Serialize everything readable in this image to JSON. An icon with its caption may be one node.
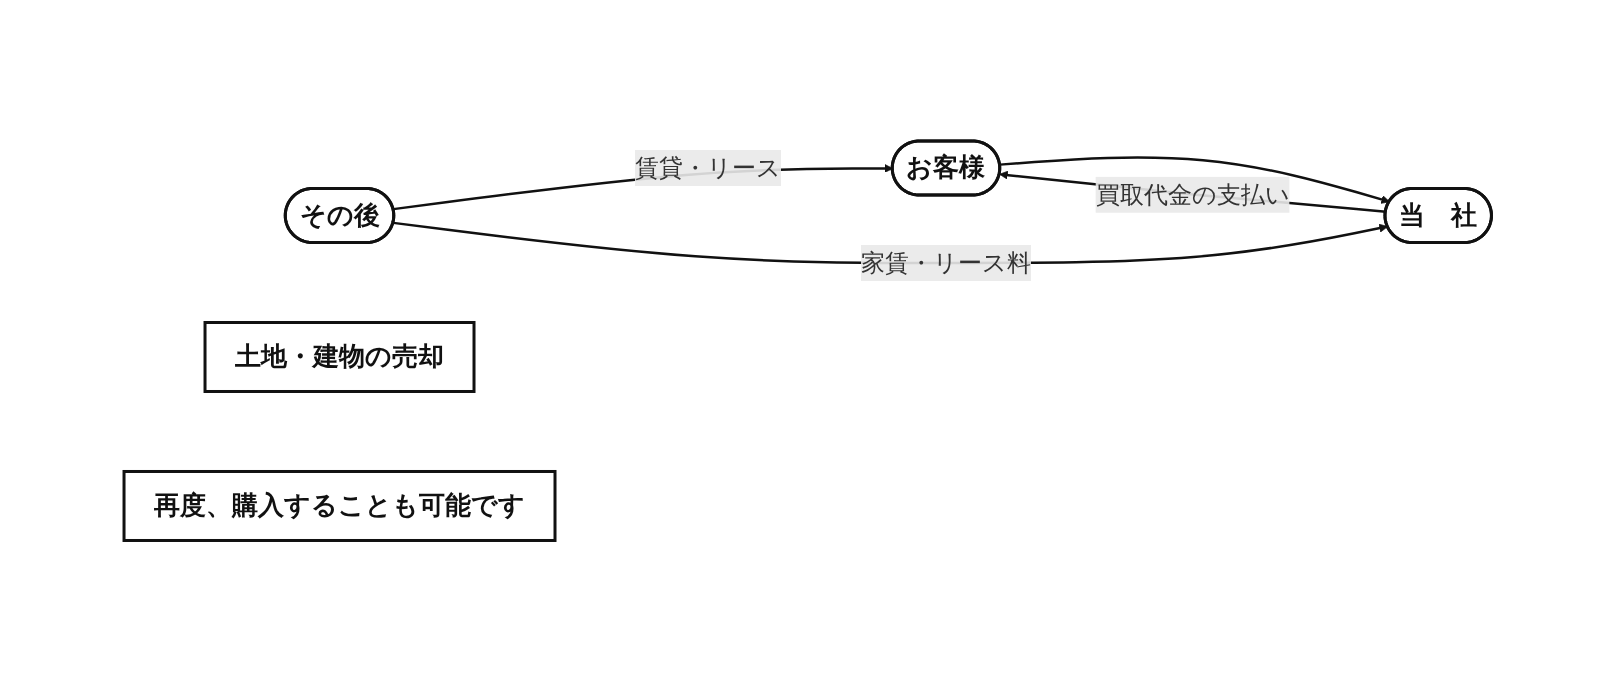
{
  "diagram": {
    "nodes": [
      {
        "text": [
          "お客様"
        ]
      },
      {
        "text": [
          "当　社"
        ]
      },
      {
        "text": [
          "その後"
        ]
      },
      {
        "text": [
          "土地・建物の売却"
        ]
      },
      {
        "text": [
          "再度、購入することも可能です"
        ]
      }
    ],
    "edges": [
      {
        "from": 1,
        "to": 0,
        "arrow": "to",
        "label": "買取代金の支払い"
      },
      {
        "from": 0,
        "to": 1,
        "arrow": "to"
      },
      {
        "from": 2,
        "to": 0,
        "arrow": "to",
        "label": "賃貸・リース"
      },
      {
        "from": 2,
        "to": 1,
        "arrow": "to",
        "label": "家賃・リース料"
      }
    ]
  }
}
